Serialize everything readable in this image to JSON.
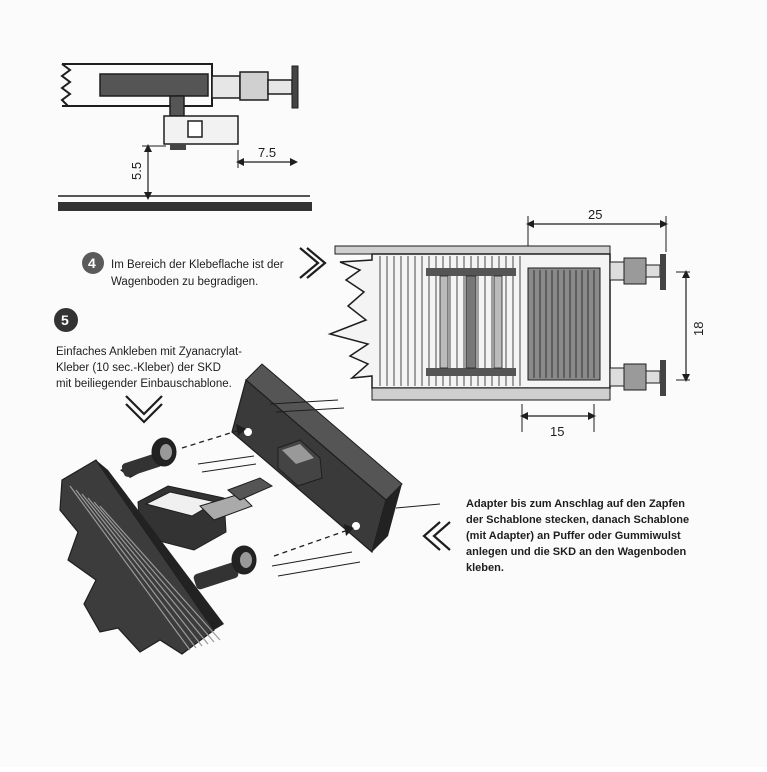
{
  "diagram": {
    "top_dimensions": {
      "height": "5.5",
      "length": "7.5"
    },
    "side_dimensions": {
      "length_top": "25",
      "height": "18",
      "length_bottom": "15"
    },
    "step4": {
      "number": "4",
      "line1": "Im Bereich der Klebeflache ist der",
      "line2": "Wagenboden zu begradigen."
    },
    "step5": {
      "number": "5",
      "line1": "Einfaches Ankleben mit Zyanacrylat-",
      "line2": "Kleber (10 sec.-Kleber) der SKD",
      "line3": "mit beiliegender Einbauschablone."
    },
    "adapter_note": {
      "line1": "Adapter bis zum Anschlag auf den  Zapfen",
      "line2": "der Schablone stecken, danach Schablone",
      "line3": "(mit Adapter) an Puffer oder Gummiwulst",
      "line4": "anlegen und die SKD an den Wagenboden",
      "line5": "kleben."
    },
    "colors": {
      "ink": "#1e1e1e",
      "dark_fill": "#333333",
      "mid_fill": "#777777",
      "light_fill": "#d9d9d9"
    }
  }
}
